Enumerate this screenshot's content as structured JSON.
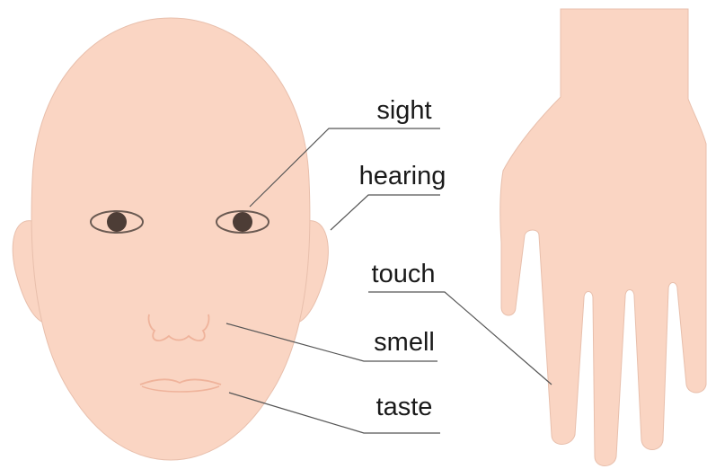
{
  "labels": {
    "sight": "sight",
    "hearing": "hearing",
    "touch": "touch",
    "smell": "smell",
    "taste": "taste"
  },
  "colors": {
    "skin": "#fad5c3",
    "skin_outline": "#e8bfac",
    "feature_line": "#efb39b",
    "pupil": "#4d3d36",
    "leader": "#555555",
    "text": "#1a1a1a"
  }
}
